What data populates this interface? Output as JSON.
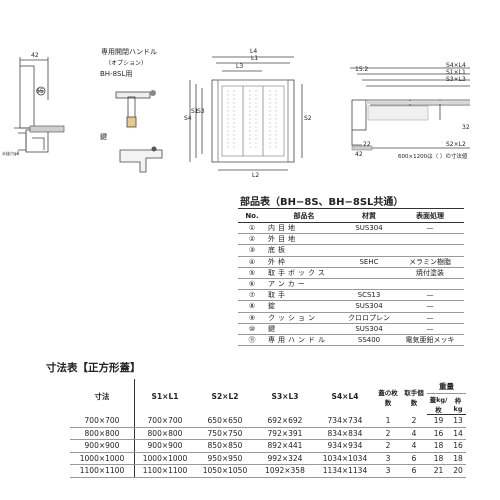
{
  "handle": {
    "title": "専用開閉ハンドル",
    "subtitle": "（オプション）",
    "model": "BH-8SL用",
    "key_label": "鍵"
  },
  "drawing": {
    "dim_42": "42",
    "dim_65": "65",
    "dims_plan": [
      "L4",
      "L1",
      "L3",
      "S4",
      "S1",
      "S3",
      "S2",
      "L2"
    ],
    "dims_section": [
      "S4×L4",
      "S1×L1",
      "S3×L3",
      "S2×L2",
      "15.2",
      "32",
      "22",
      "42"
    ],
    "note_small": "水抜穴φ8",
    "note_size": "600×1200は（ ）の寸法値"
  },
  "parts_table": {
    "title": "部品表（BH−8S、BH−8SL共通）",
    "headers": [
      "No.",
      "部品名",
      "材質",
      "表面処理"
    ],
    "rows": [
      {
        "no": "①",
        "name": "内目地",
        "material": "SUS304",
        "finish": "—"
      },
      {
        "no": "②",
        "name": "外目地",
        "material": "",
        "finish": ""
      },
      {
        "no": "③",
        "name": "底板",
        "material": "",
        "finish": ""
      },
      {
        "no": "④",
        "name": "外枠",
        "material": "SEHC",
        "finish": "メラミン樹脂"
      },
      {
        "no": "⑤",
        "name": "取手ボックス",
        "material": "",
        "finish": "焼付塗装"
      },
      {
        "no": "⑥",
        "name": "アンカー",
        "material": "",
        "finish": ""
      },
      {
        "no": "⑦",
        "name": "取手",
        "material": "SCS13",
        "finish": "—"
      },
      {
        "no": "⑧",
        "name": "錠",
        "material": "SUS304",
        "finish": "—"
      },
      {
        "no": "⑨",
        "name": "クッション",
        "material": "クロロプレン",
        "finish": "—"
      },
      {
        "no": "⑩",
        "name": "鍵",
        "material": "SUS304",
        "finish": "—"
      },
      {
        "no": "⑪",
        "name": "専用ハンドル",
        "material": "SS400",
        "finish": "電気亜鉛メッキ"
      }
    ]
  },
  "dim_table": {
    "title": "寸法表【正方形蓋】",
    "headers": [
      "寸法",
      "S1×L1",
      "S2×L2",
      "S3×L3",
      "S4×L4",
      "蓋の枚数",
      "取手個数",
      "重量"
    ],
    "weight_sub": [
      "蓋kg/枚",
      "枠kg"
    ],
    "rows": [
      [
        "700×700",
        "700×700",
        "650×650",
        "692×692",
        "734×734",
        "1",
        "2",
        "19",
        "13"
      ],
      [
        "800×800",
        "800×800",
        "750×750",
        "792×391",
        "834×834",
        "2",
        "4",
        "16",
        "14"
      ],
      [
        "900×900",
        "900×900",
        "850×850",
        "892×441",
        "934×934",
        "2",
        "4",
        "18",
        "16"
      ],
      [
        "1000×1000",
        "1000×1000",
        "950×950",
        "992×324",
        "1034×1034",
        "3",
        "6",
        "18",
        "18"
      ],
      [
        "1100×1100",
        "1100×1100",
        "1050×1050",
        "1092×358",
        "1134×1134",
        "3",
        "6",
        "21",
        "20"
      ]
    ]
  }
}
